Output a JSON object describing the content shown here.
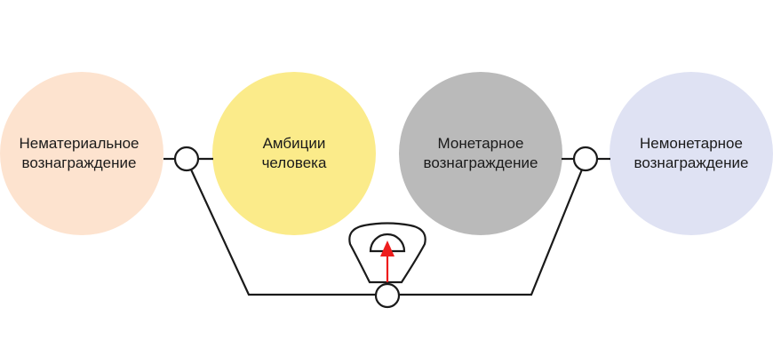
{
  "nodes": [
    {
      "label_line1": "Нематериальное",
      "label_line2": "вознаграждение",
      "color": "#fde3cf"
    },
    {
      "label_line1": "Амбиции",
      "label_line2": "человека",
      "color": "#fbeb8a"
    },
    {
      "label_line1": "Монетарное",
      "label_line2": "вознаграждение",
      "color": "#bababa"
    },
    {
      "label_line1": "Немонетарное",
      "label_line2": "вознаграждение",
      "color": "#dfe2f3"
    }
  ],
  "arrow_color": "#ee1c1c"
}
